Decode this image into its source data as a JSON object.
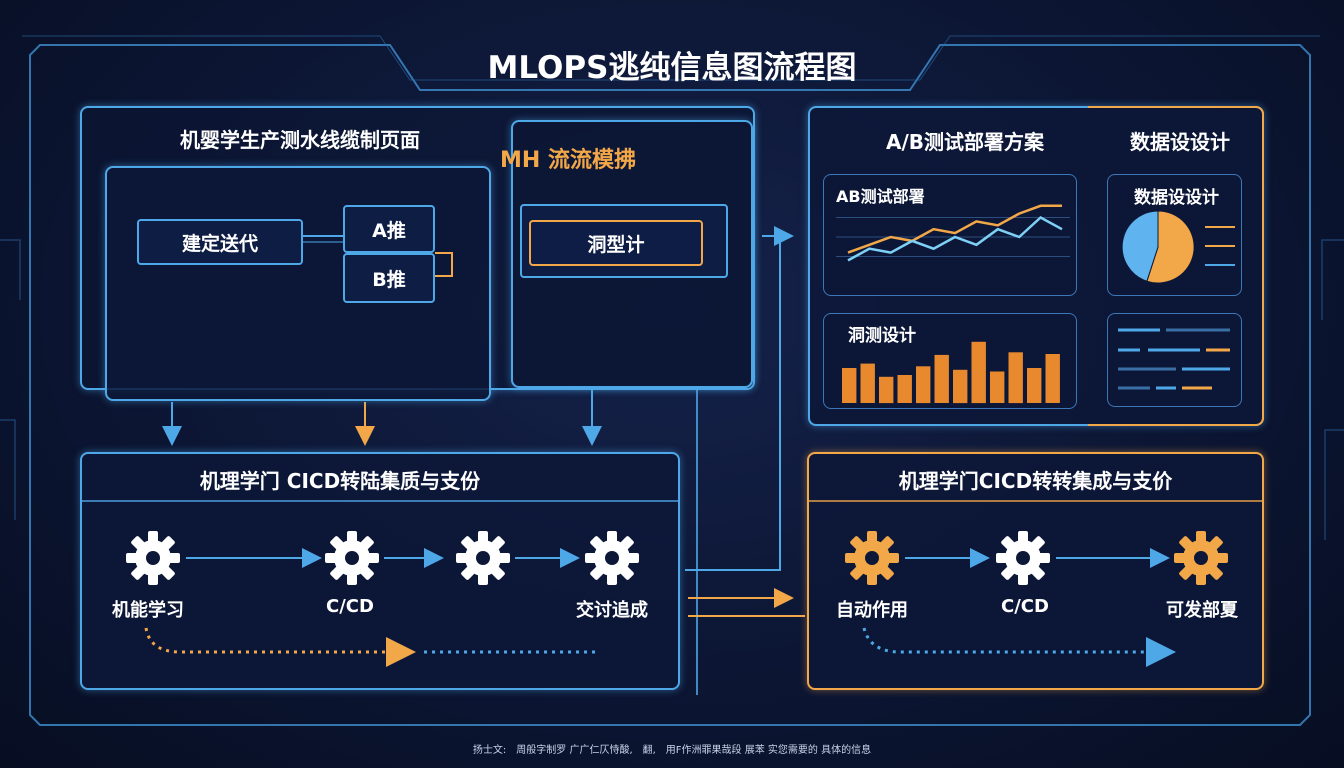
{
  "title": "MLOPS逃纯信息图流程图",
  "pipeline_panel": {
    "title": "机婴学生产测水线缆制页面",
    "iterate_box": "建定送代",
    "a_box": "A推",
    "b_box": "B推"
  },
  "module_panel": {
    "title": "MH 流流模拂",
    "model_box": "洞型计"
  },
  "ab_panel": {
    "title": "A/B测试部署方案",
    "data_title": "数据设设计",
    "line_chart_title": "AB测试部署",
    "bar_chart_title": "洞测设计",
    "pie_title": "数据设设计"
  },
  "cicd_left": {
    "title": "机理学门 CICD转陆集质与支份",
    "steps": [
      "机能学习",
      "C/CD",
      "交讨追成"
    ]
  },
  "cicd_right": {
    "title": "机理学门CICD转转集成与支价",
    "steps": [
      "自动作用",
      "C/CD",
      "可发部夏"
    ]
  },
  "footer": "扬士文:　周般字制罗 广广仁仄恃酸,　翻,　用F作洲罪果哉段 展苯 实您需要的 具体的信息",
  "colors": {
    "accent_blue": "#4ea8e8",
    "accent_orange": "#f2a748",
    "bg": "#0b1530"
  },
  "chart_data": [
    {
      "type": "line",
      "title": "AB测试部署",
      "x": [
        1,
        2,
        3,
        4,
        5,
        6,
        7,
        8,
        9,
        10,
        11
      ],
      "series": [
        {
          "values": [
            3,
            4,
            5,
            4.5,
            6,
            5.5,
            7,
            6.5,
            8,
            9,
            9
          ]
        },
        {
          "values": [
            2,
            3.5,
            3,
            4.5,
            3.5,
            5,
            4,
            6,
            5,
            7.5,
            6
          ]
        }
      ],
      "ylim": [
        0,
        10
      ]
    },
    {
      "type": "bar",
      "title": "洞测设计",
      "values": [
        4,
        4.5,
        3,
        3.2,
        4.2,
        5.5,
        3.8,
        7,
        3.6,
        5.8,
        4,
        5.6
      ],
      "ylim": [
        0,
        8
      ]
    },
    {
      "type": "pie",
      "title": "数据设设计",
      "values": [
        55,
        45
      ]
    }
  ]
}
